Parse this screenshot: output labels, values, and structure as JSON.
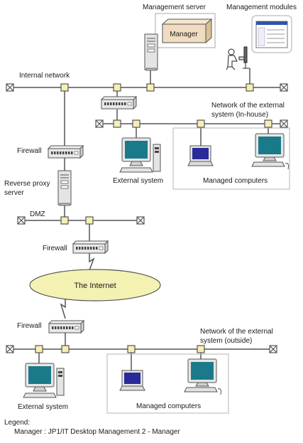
{
  "labels": {
    "management_server": "Management server",
    "management_modules": "Management modules",
    "manager_box": "Manager",
    "internal_network": "Internal network",
    "external_net_inhouse_line1": "Network of the external",
    "external_net_inhouse_line2": "system (In-house)",
    "firewall_1": "Firewall",
    "external_system_1": "External system",
    "managed_computers_1": "Managed computers",
    "reverse_proxy_line1": "Reverse proxy",
    "reverse_proxy_line2": "server",
    "dmz": "DMZ",
    "firewall_2": "Firewall",
    "internet": "The Internet",
    "firewall_3": "Firewall",
    "external_net_outside_line1": "Network of the external",
    "external_net_outside_line2": "system (outside)",
    "external_system_2": "External system",
    "managed_computers_2": "Managed computers"
  },
  "legend": {
    "title": "Legend:",
    "entry": "Manager : JP1/IT Desktop Management 2 - Manager"
  },
  "colors": {
    "line": "#555555",
    "node": "#f4f0b4",
    "manager_box": "#f0dcc0",
    "internet": "#f4f2b2",
    "monitor_screen": "#1a7a8a",
    "laptop_screen": "#2a2a9a",
    "group_border": "#b5b5b5"
  }
}
